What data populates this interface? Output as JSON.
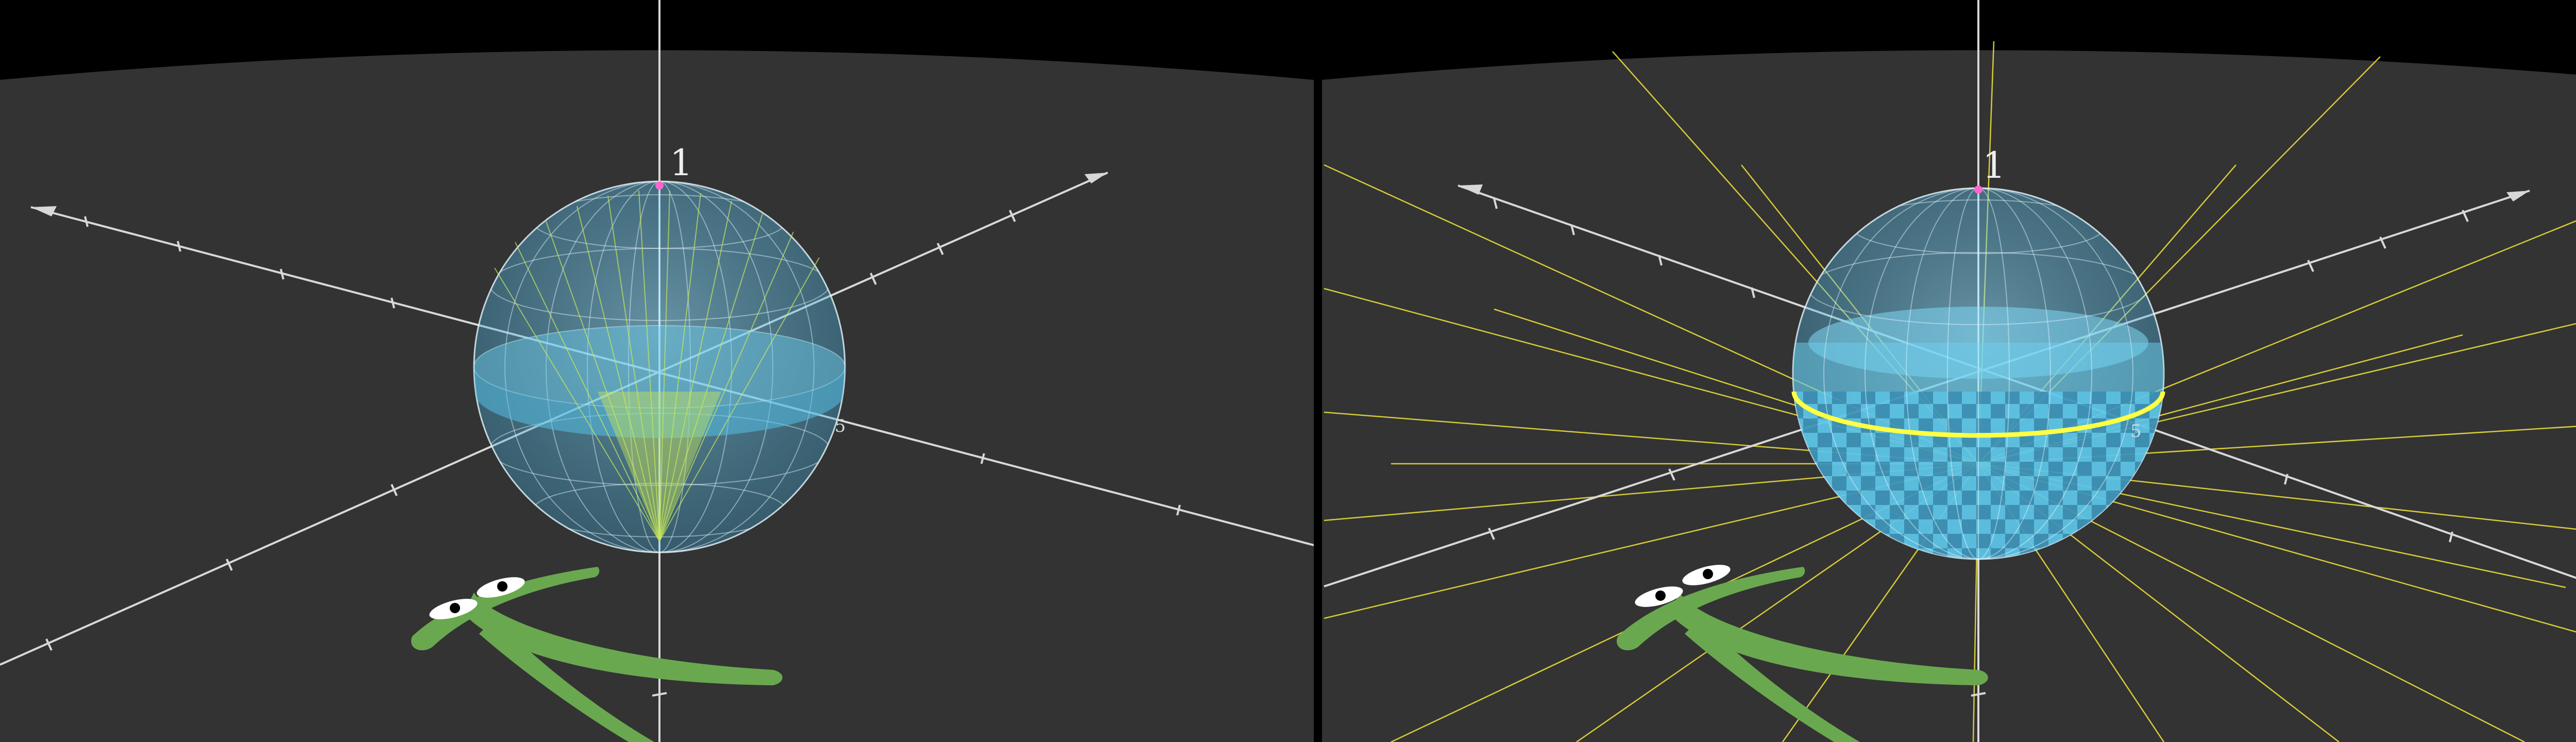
{
  "colors": {
    "background": "#000000",
    "floor": "#333333",
    "axis": "#d8d8d8",
    "sphere_fill": "#59c7ea",
    "sphere_grid": "#e6f7ff",
    "ray_green": "#c8e65a",
    "ray_yellow": "#f2e63a",
    "equator": "#ffff44",
    "pi_creature": "#6aa84f",
    "eye_white": "#ffffff",
    "pupil": "#000000",
    "pole_marker": "#ff66cc"
  },
  "panels": [
    {
      "name": "left-panel",
      "axis_top_label": "1",
      "axis_side_label": "5",
      "rays": "inside-cone",
      "sphere_style": "translucent-half-filled"
    },
    {
      "name": "right-panel",
      "axis_top_label": "1",
      "axis_side_label": "5",
      "rays": "radiating-outward",
      "sphere_style": "checkerboard-with-equator"
    }
  ],
  "icons": {
    "creature": "pi-creature-icon"
  }
}
